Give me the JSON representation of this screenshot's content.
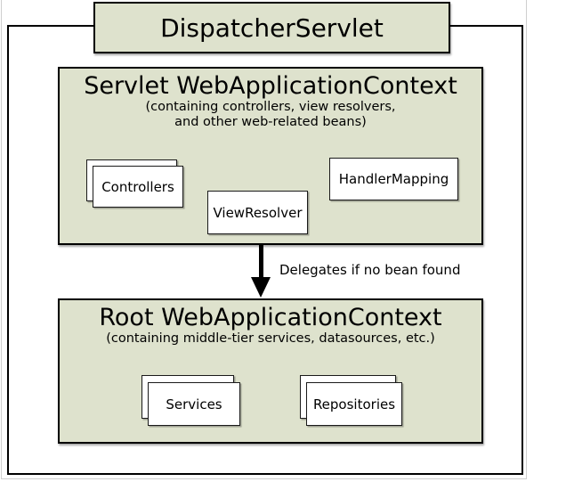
{
  "diagram": {
    "dispatcher": {
      "label": "DispatcherServlet"
    },
    "servlet_context": {
      "title": "Servlet WebApplicationContext",
      "subtitle_line1": "(containing controllers, view resolvers,",
      "subtitle_line2": "and other web-related beans)",
      "beans": [
        {
          "label": "Controllers",
          "stacked": true
        },
        {
          "label": "ViewResolver",
          "stacked": false
        },
        {
          "label": "HandlerMapping",
          "stacked": false
        }
      ]
    },
    "arrow": {
      "label": "Delegates if no bean found",
      "direction": "down"
    },
    "root_context": {
      "title": "Root WebApplicationContext",
      "subtitle": "(containing middle-tier services, datasources, etc.)",
      "beans": [
        {
          "label": "Services",
          "stacked": true
        },
        {
          "label": "Repositories",
          "stacked": true
        }
      ]
    },
    "colors": {
      "box_fill": "#dee2cd",
      "box_border": "#000000",
      "frame_fill": "#ffffff",
      "image_border": "#cfcfcf",
      "text": "#000000"
    }
  }
}
